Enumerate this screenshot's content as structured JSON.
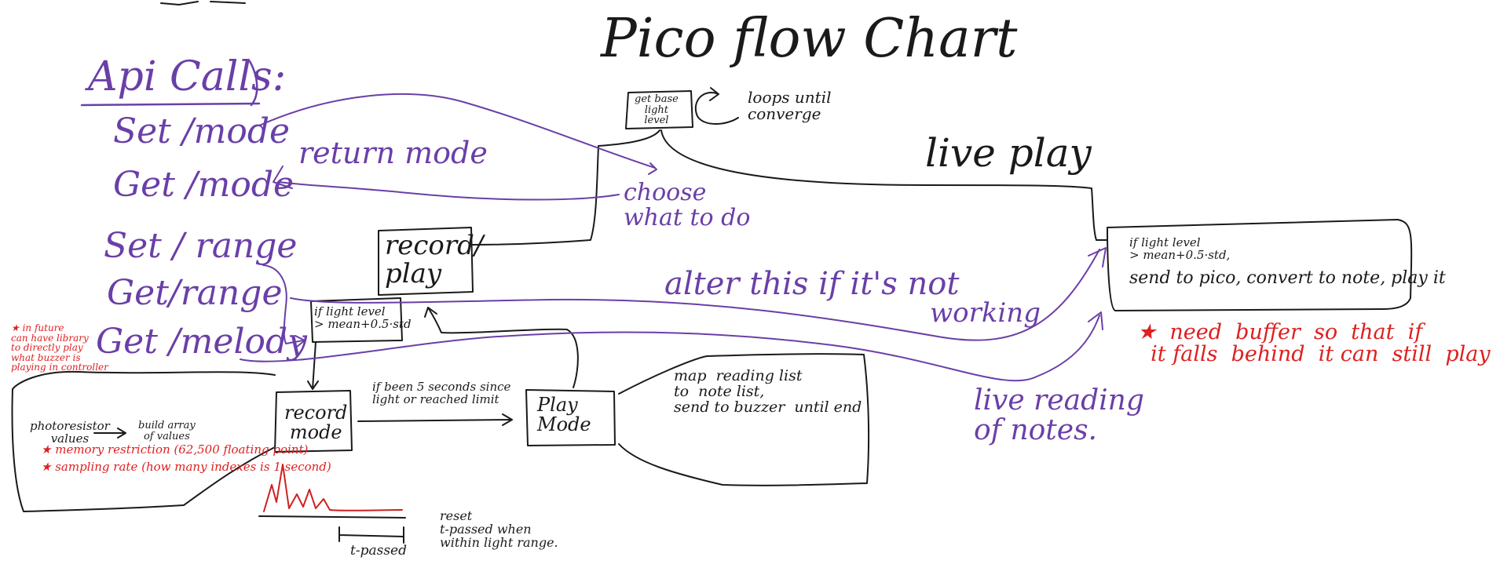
{
  "colors": {
    "ink": "#1a1a1a",
    "purple": "#6a3fa8",
    "red": "#dd2020"
  },
  "title": "Pico flow Chart",
  "api": {
    "heading": "Api Calls:",
    "calls": [
      "Set /mode",
      "Get /mode",
      "Set / range",
      "Get/range",
      "Get /melody"
    ]
  },
  "nodes": {
    "base_light": "get base\nlight\nlevel",
    "record_play": "record/\nplay",
    "record_mode": "record\nmode",
    "play_mode": "Play\nMode",
    "live_box_line1": "if light level\n> mean+0.5·std,",
    "live_box_line2": "send to pico, convert to note, play it"
  },
  "labels": {
    "loops": "loops until\nconverge",
    "choose": "choose\nwhat to do",
    "return_mode": "return mode",
    "live_play": "live play",
    "alter": "alter this if it's  not",
    "working": "working",
    "live_reading": "live reading\nof notes.",
    "threshold": "if light level\n> mean+0.5·std",
    "transition": "if been 5 seconds since\nlight or reached limit",
    "photoresistor": "photoresistor\nvalues",
    "build_array": "build array\nof values",
    "map_list": "map  reading list\nto  note list,\nsend to buzzer  until end",
    "reset": "reset\nt-passed when\nwithin light range.",
    "t_passed": "t-passed"
  },
  "notes": {
    "future": "★ in future\ncan have library\nto directly play\nwhat buzzer is\nplaying in controller",
    "memory": "★ memory restriction (62,500 floating point)",
    "sampling": "★ sampling rate (how many indexes is 1 second)",
    "buffer": "★  need  buffer  so  that  if\n  it falls  behind  it can  still  play"
  }
}
